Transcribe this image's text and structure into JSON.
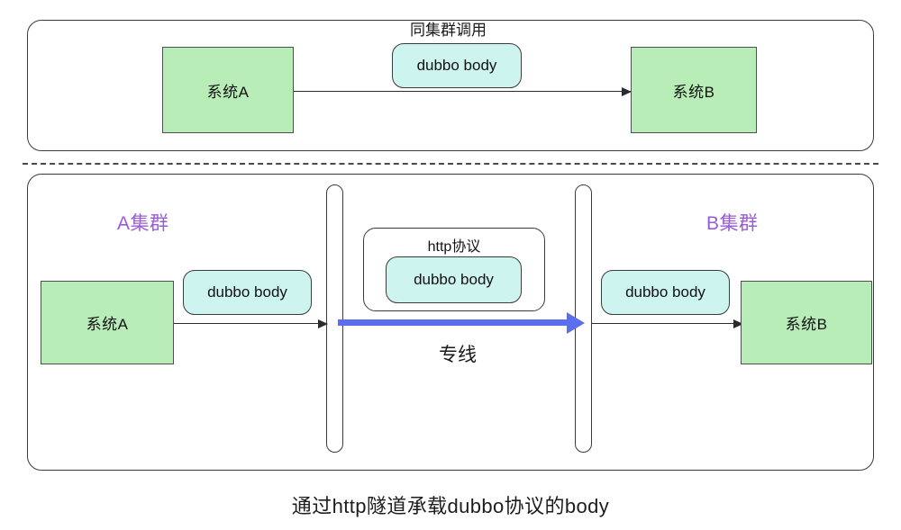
{
  "diagram": {
    "caption": "通过http隧道承载dubbo协议的body",
    "colors": {
      "system_box_fill": "#b8edb8",
      "system_box_stroke": "#4d5050",
      "payload_pill_fill": "#cdf4ef",
      "payload_pill_stroke": "#3b3b3b",
      "frame_stroke": "#3b3b3b",
      "cluster_label_text": "#9a5cd6",
      "dedicated_line_arrow": "#5b6ef0",
      "plain_arrow": "#2b2b2b",
      "divider": "#4a4a4a",
      "background": "#ffffff"
    }
  },
  "panels": {
    "top": {
      "name": "same-cluster-call",
      "title": "同集群调用",
      "source_system": "系统A",
      "payload": "dubbo body",
      "target_system": "系统B"
    },
    "bottom": {
      "name": "cross-cluster-http-tunnel",
      "left_cluster_label": "A集群",
      "right_cluster_label": "B集群",
      "source_system": "系统A",
      "target_system": "系统B",
      "left_payload": "dubbo body",
      "right_payload": "dubbo body",
      "tunnel": {
        "outer_protocol": "http协议",
        "inner_payload": "dubbo body"
      },
      "link_label": "专线"
    }
  }
}
